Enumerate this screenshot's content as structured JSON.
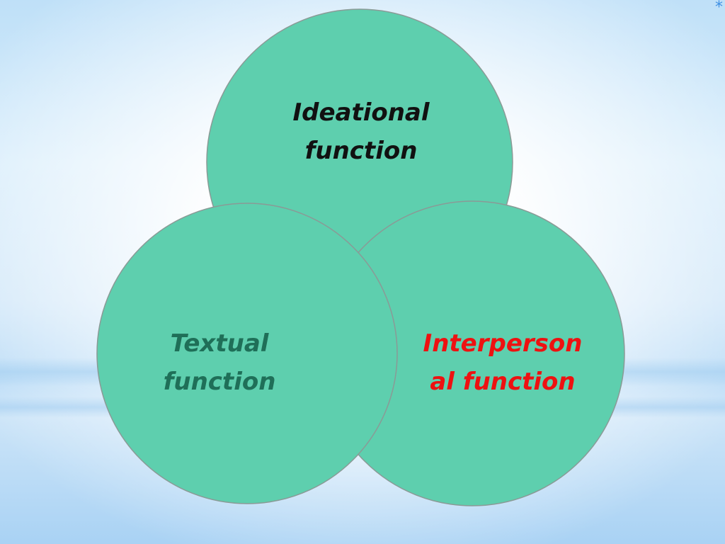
{
  "decoration": {
    "corner_symbol": "*",
    "corner_symbol_color": "#3e8fe3"
  },
  "venn": {
    "circle_fill": "#5ecfae",
    "circle_stroke": "#8a9a96",
    "circles": [
      {
        "id": "ideational",
        "line1": "Ideational",
        "line2": "function",
        "text_color": "#111111"
      },
      {
        "id": "textual",
        "line1": "Textual",
        "line2": "function",
        "text_color": "#1f6f58"
      },
      {
        "id": "interpersonal",
        "line1": "Interperson",
        "line2": "al function",
        "text_color": "#ee1111"
      }
    ]
  }
}
